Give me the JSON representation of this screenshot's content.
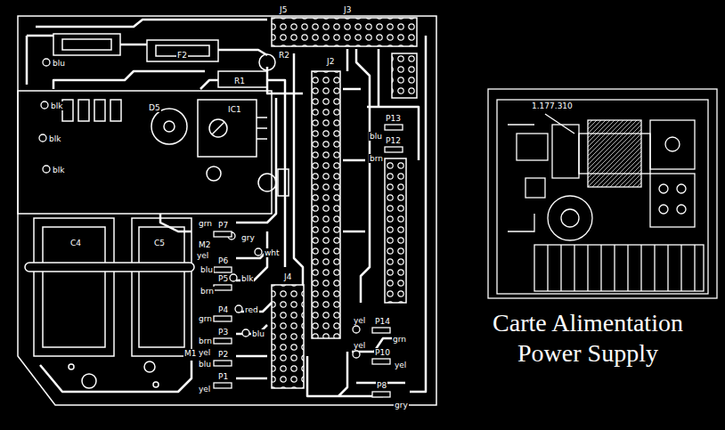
{
  "diagram": {
    "title": "Carte Alimentation Power Supply",
    "labels": [
      "F2",
      "R2",
      "R1",
      "J5",
      "J3",
      "D5",
      "IC1",
      "blu",
      "blk",
      "blk",
      "blk",
      "P13",
      "blu",
      "P12",
      "brn",
      "J2",
      "C4",
      "C5",
      "grn",
      "M2",
      "yel",
      "P7",
      "gry",
      "P6",
      "wht",
      "blu",
      "P5",
      "brn",
      "blk",
      "P4",
      "red",
      "grn",
      "P3",
      "blu",
      "brn",
      "M1",
      "yel",
      "P2",
      "blu",
      "P1",
      "yel",
      "J4",
      "yel",
      "P14",
      "grn",
      "yel",
      "P10",
      "yel",
      "P8",
      "gry",
      "1.177.310"
    ]
  }
}
